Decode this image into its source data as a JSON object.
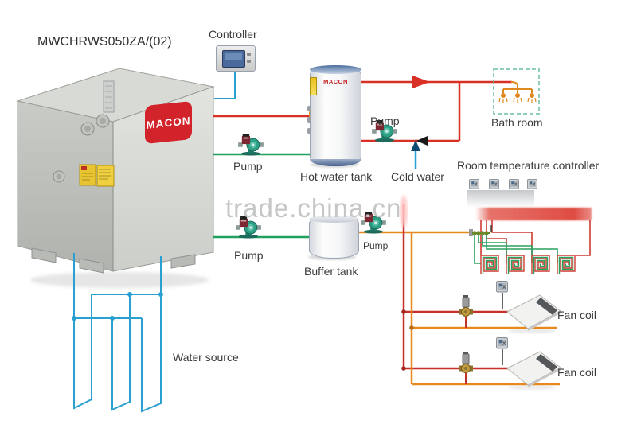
{
  "title": "MWCHRWS050ZA/(02)",
  "brand": "MACON",
  "watermark": "trade.china.cn",
  "labels": {
    "controller": "Controller",
    "hot_water_tank": "Hot water tank",
    "cold_water": "Cold water",
    "bath_room": "Bath room",
    "room_temperature_controller": "Room temperature controller",
    "buffer_tank": "Buffer tank",
    "water_source": "Water source",
    "pumps": [
      "Pump",
      "Pump",
      "Pump",
      "Pump"
    ],
    "fan_coils": [
      "Fan coil",
      "Fan coil"
    ]
  },
  "colors": {
    "hot_water_pipe": "#d93025",
    "heating_pipe": "#e8891f",
    "source_green_pipe": "#21a05f",
    "cold_water_pipe": "#2aa0d0",
    "brand_red": "#d2232a"
  }
}
